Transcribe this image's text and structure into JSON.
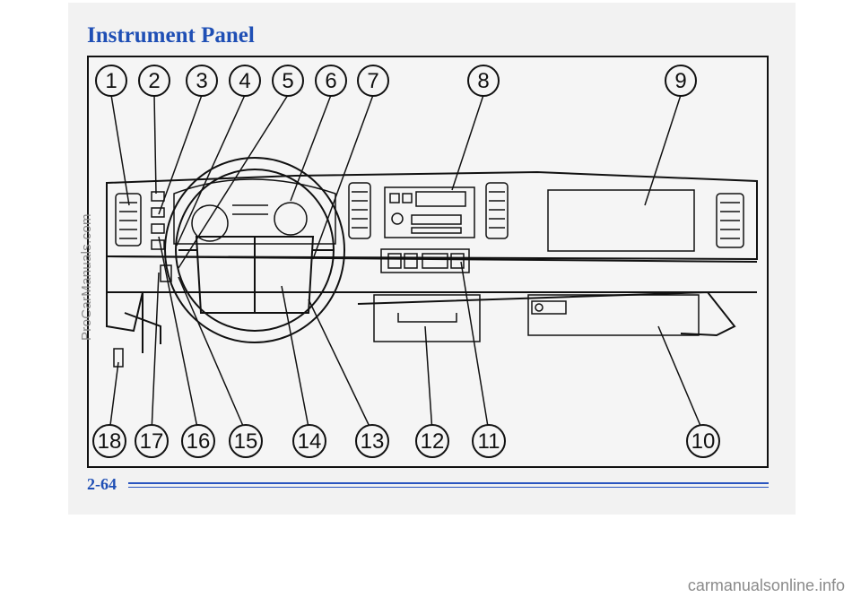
{
  "title": "Instrument Panel",
  "page_number": "2-64",
  "callouts": [
    "1",
    "2",
    "3",
    "4",
    "5",
    "6",
    "7",
    "8",
    "9",
    "10",
    "11",
    "12",
    "13",
    "14",
    "15",
    "16",
    "17",
    "18"
  ],
  "watermarks": {
    "side": "ProCarManuals.com",
    "bottom": "carmanualsonline.info"
  },
  "colors": {
    "heading": "#1f4fb5",
    "rule": "#2a55c0"
  }
}
